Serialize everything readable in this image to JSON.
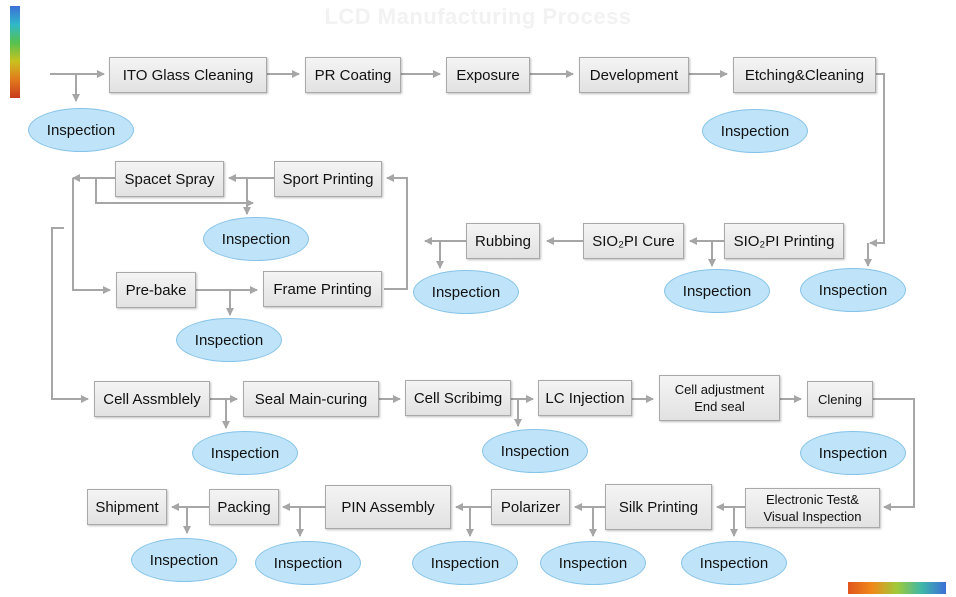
{
  "title": "LCD Manufacturing Process",
  "colors": {
    "box_fill": "#e8e8e8",
    "inspection_fill": "#bfe4f9",
    "arrow": "#a6a6a6"
  },
  "steps": {
    "ito_glass_cleaning": "ITO Glass Cleaning",
    "pr_coating": "PR Coating",
    "exposure": "Exposure",
    "development": "Development",
    "etching_cleaning": "Etching&Cleaning",
    "sport_printing": "Sport Printing",
    "spacet_spray": "Spacet Spray",
    "rubbing": "Rubbing",
    "sio2pi_cure": "SIO₂PI Cure",
    "sio2pi_printing": "SIO₂PI Printing",
    "pre_bake": "Pre-bake",
    "frame_printing": "Frame Printing",
    "cell_assembly": "Cell Assmblely",
    "seal_main_curing": "Seal Main-curing",
    "cell_scribing": "Cell Scribimg",
    "lc_injection": "LC Injection",
    "cell_adjustment_end_seal": "Cell adjustment\nEnd seal",
    "clening": "Clening",
    "shipment": "Shipment",
    "packing": "Packing",
    "pin_assembly": "PIN Assembly",
    "polarizer": "Polarizer",
    "silk_printing": "Silk Printing",
    "electronic_test": "Electronic Test&\nVisual Inspection"
  },
  "inspection_label": "Inspection"
}
